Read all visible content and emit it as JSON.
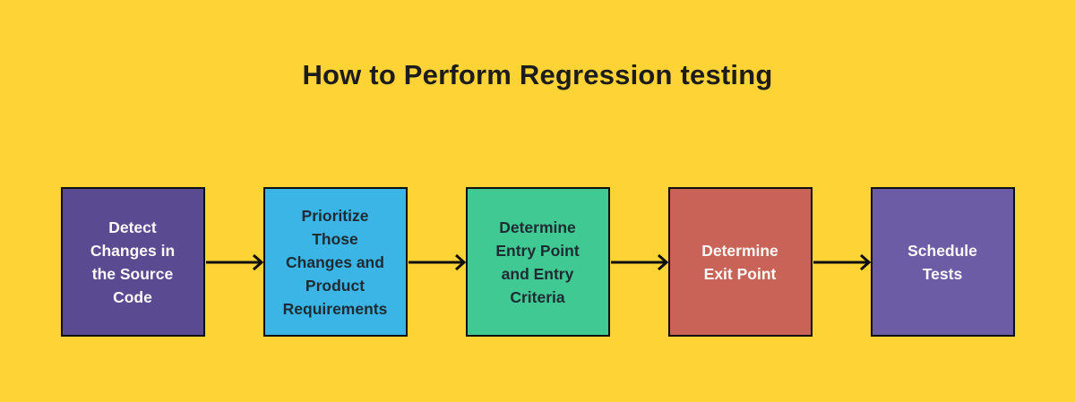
{
  "page": {
    "title": "How to Perform Regression testing",
    "title_color": "#1c1c1c",
    "background": "#fdd335"
  },
  "flowchart": {
    "arrow_color": "#0e0e0e",
    "arrow_icon": "arrow-right-icon",
    "steps": [
      {
        "label": "Detect\nChanges in\nthe Source\nCode",
        "bg": "#5a4a92",
        "fg": "#fbfbf9"
      },
      {
        "label": "Prioritize\nThose\nChanges and\nProduct\nRequirements",
        "bg": "#3ab5e5",
        "fg": "#1e2b33"
      },
      {
        "label": "Determine\nEntry Point\nand Entry\nCriteria",
        "bg": "#41c993",
        "fg": "#1e2b33"
      },
      {
        "label": "Determine\nExit Point",
        "bg": "#c96257",
        "fg": "#fbfbf9"
      },
      {
        "label": "Schedule\nTests",
        "bg": "#6c5ca6",
        "fg": "#fbfbf9"
      }
    ]
  }
}
